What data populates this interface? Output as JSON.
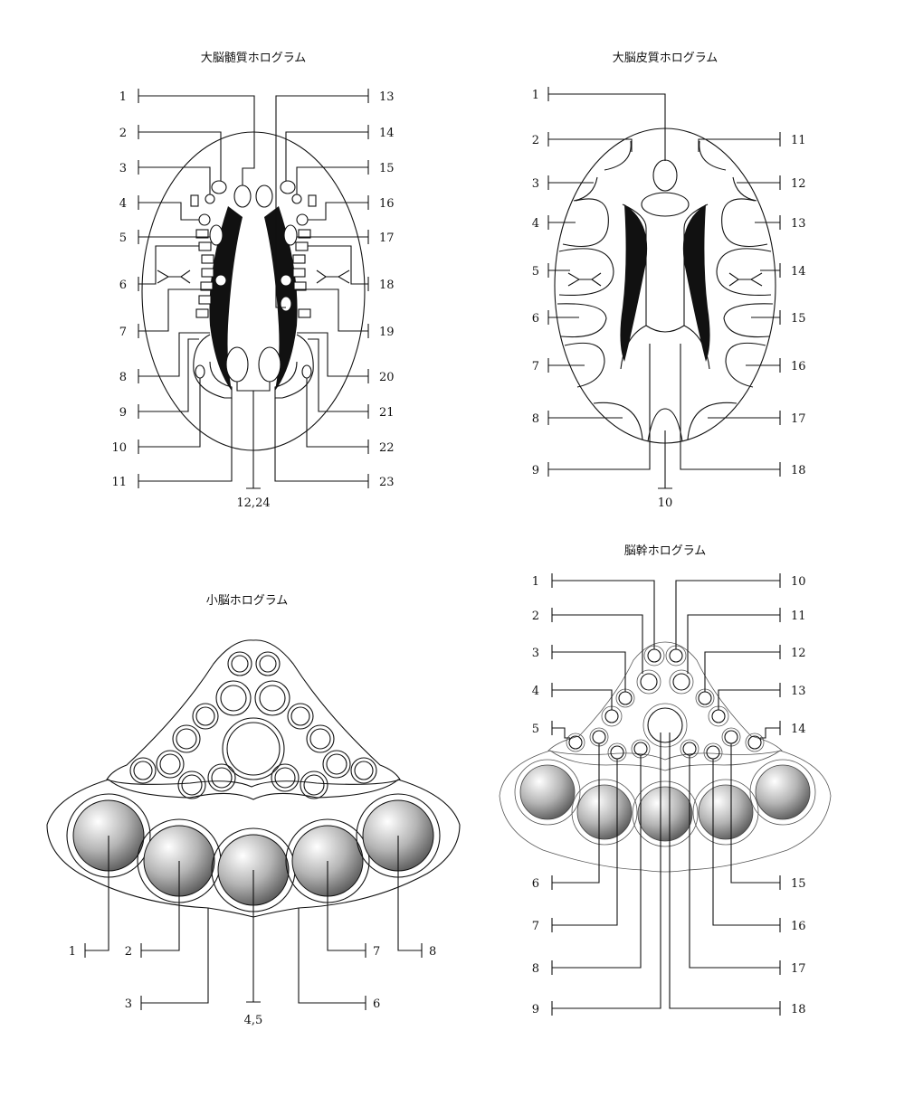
{
  "panels": {
    "medulla": {
      "title": "大脳髄質ホログラム",
      "left_labels": [
        "1",
        "2",
        "3",
        "4",
        "5",
        "6",
        "7",
        "8",
        "9",
        "10",
        "11"
      ],
      "right_labels": [
        "13",
        "14",
        "15",
        "16",
        "17",
        "18",
        "19",
        "20",
        "21",
        "22",
        "23"
      ],
      "bottom_label": "12,24"
    },
    "cortex": {
      "title": "大脳皮質ホログラム",
      "left_labels": [
        "1",
        "2",
        "3",
        "4",
        "5",
        "6",
        "7",
        "8",
        "9"
      ],
      "right_labels": [
        "11",
        "12",
        "13",
        "14",
        "15",
        "16",
        "17",
        "18"
      ],
      "bottom_label": "10"
    },
    "cerebellum": {
      "title": "小脳ホログラム",
      "labels": [
        "1",
        "2",
        "3",
        "4,5",
        "6",
        "7",
        "8"
      ]
    },
    "brainstem": {
      "title": "脳幹ホログラム",
      "left_labels": [
        "1",
        "2",
        "3",
        "4",
        "5",
        "6",
        "7",
        "8",
        "9"
      ],
      "right_labels": [
        "10",
        "11",
        "12",
        "13",
        "14",
        "15",
        "16",
        "17",
        "18"
      ]
    }
  }
}
